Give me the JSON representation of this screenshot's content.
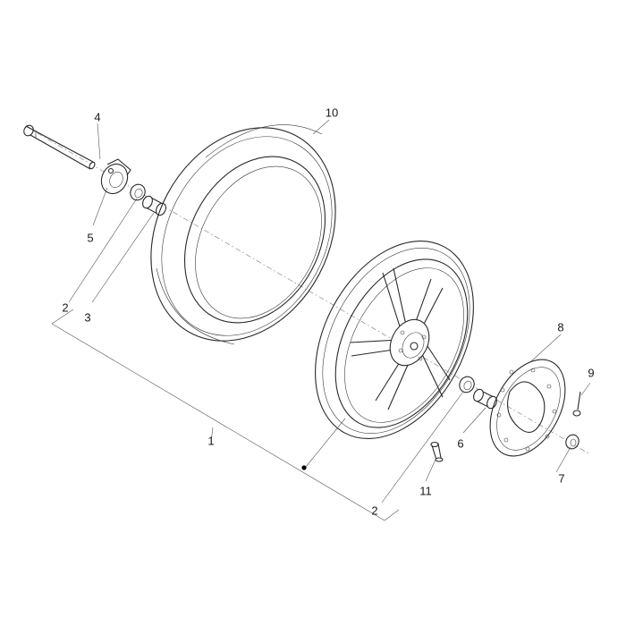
{
  "callouts": {
    "c4": "4",
    "c10": "10",
    "c5": "5",
    "c2_top": "2",
    "c3": "3",
    "c8": "8",
    "c9": "9",
    "c1": "1",
    "c6": "6",
    "c7": "7",
    "c11": "11",
    "c2_bottom": "2"
  },
  "colors": {
    "line": "#2a2a2a",
    "leader": "#555555",
    "background": "#ffffff"
  }
}
